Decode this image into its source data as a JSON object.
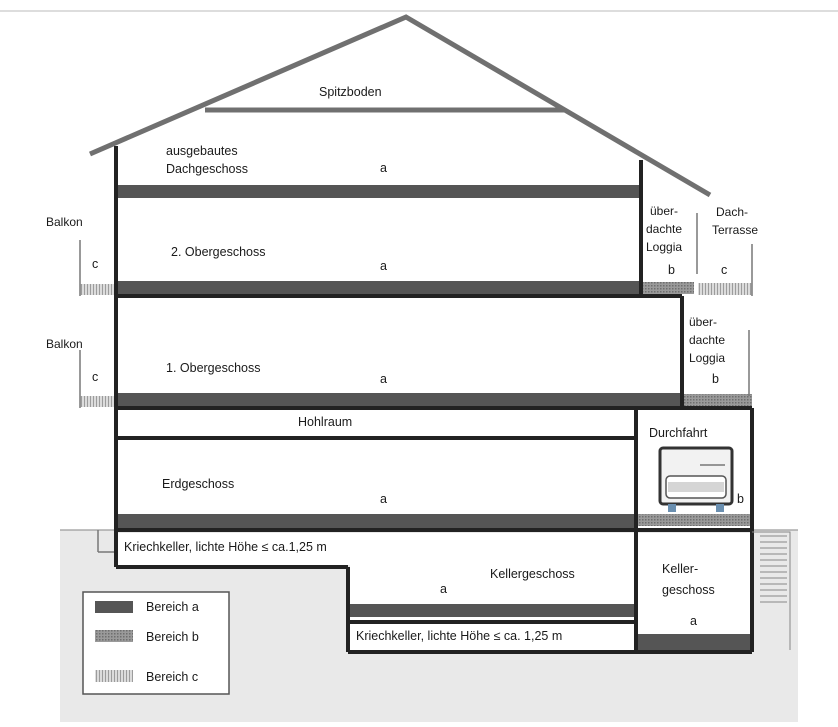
{
  "rooms": {
    "spitzboden": "Spitzboden",
    "dach_line1": "ausgebautes",
    "dach_line2": "Dachgeschoss",
    "og2": "2. Obergeschoss",
    "og1": "1. Obergeschoss",
    "hohlraum": "Hohlraum",
    "erdgeschoss": "Erdgeschoss",
    "kellergeschoss": "Kellergeschoss",
    "keller_line1": "Keller-",
    "keller_line2": "geschoss",
    "kriech1": "Kriechkeller, lichte Höhe ≤ ca.1,25 m",
    "kriech2": "Kriechkeller, lichte Höhe ≤ ca. 1,25 m",
    "durchfahrt": "Durchfahrt",
    "balkon_top": "Balkon",
    "balkon_bottom": "Balkon",
    "loggia1_l1": "über-",
    "loggia1_l2": "dachte",
    "loggia1_l3": "Loggia",
    "loggia2_l1": "über-",
    "loggia2_l2": "dachte",
    "loggia2_l3": "Loggia",
    "dach_terrasse_l1": "Dach-",
    "dach_terrasse_l2": "Terrasse"
  },
  "markers": {
    "a": "a",
    "b": "b",
    "c": "c"
  },
  "legend": {
    "items": [
      {
        "label": "Bereich a",
        "pattern": "dark"
      },
      {
        "label": "Bereich b",
        "pattern": "medium"
      },
      {
        "label": "Bereich c",
        "pattern": "light"
      }
    ]
  },
  "colors": {
    "wall": "#222222",
    "roof": "#6b6b6b",
    "ground": "#e9e9e9",
    "area_a": "#555555",
    "area_b": "#8a8a8a",
    "area_c": "#c4c4c4"
  }
}
